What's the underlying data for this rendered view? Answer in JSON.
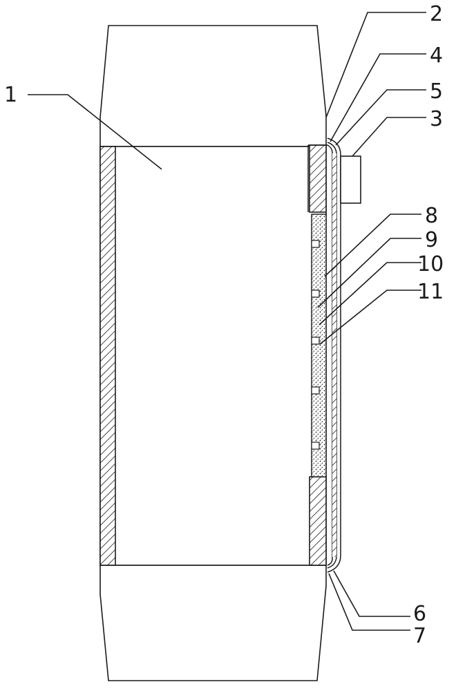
{
  "labels": {
    "l1": "1",
    "l2": "2",
    "l3": "3",
    "l4": "4",
    "l5": "5",
    "l6": "6",
    "l7": "7",
    "l8": "8",
    "l9": "9",
    "l10": "10",
    "l11": "11"
  },
  "colors": {
    "stroke": "#1a1a1a",
    "background": "#ffffff"
  }
}
